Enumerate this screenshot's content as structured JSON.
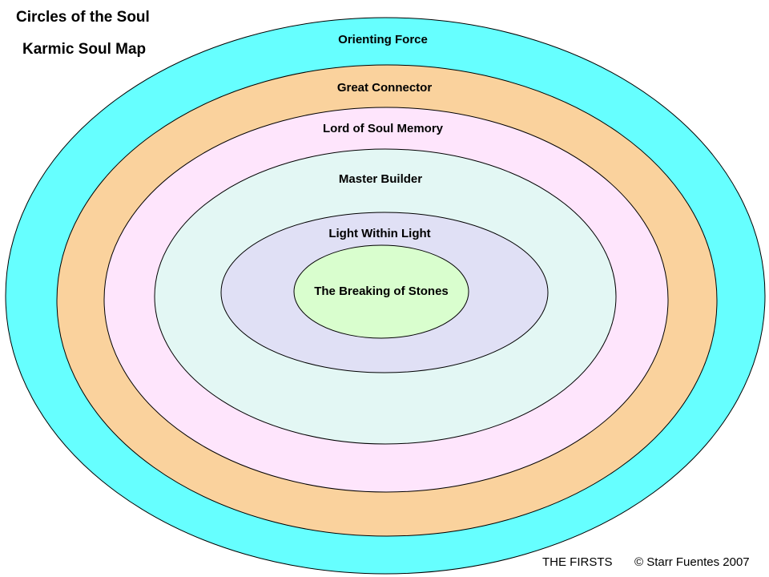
{
  "title": "Circles of the Soul",
  "subtitle": "Karmic Soul Map",
  "rings": [
    {
      "label": "Orienting Force",
      "fill": "#66ffff"
    },
    {
      "label": "Great Connector",
      "fill": "#fad29d"
    },
    {
      "label": "Lord of Soul Memory",
      "fill": "#fee5fc"
    },
    {
      "label": "Master Builder",
      "fill": "#e3f7f4"
    },
    {
      "label": "Light Within Light",
      "fill": "#e0e0f5"
    },
    {
      "label": "The Breaking of Stones",
      "fill": "#d9fece"
    }
  ],
  "footer": {
    "left": "THE FIRSTS",
    "right": "© Starr Fuentes 2007"
  },
  "colors": {
    "outline": "#000000",
    "background": "#ffffff"
  }
}
